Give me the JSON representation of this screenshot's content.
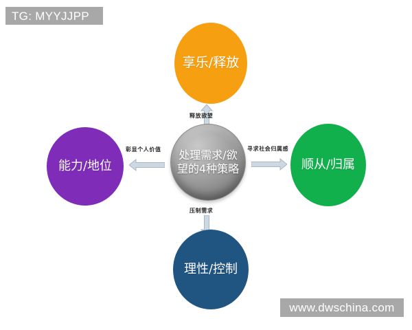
{
  "watermarks": {
    "top_left": "TG: MYYJJPP",
    "bottom_right": "www.dwschina.com"
  },
  "diagram": {
    "type": "hub-and-spoke",
    "center": {
      "id": "center-strategies",
      "text": "处理需求/欲望的4种策略",
      "lines": [
        "处理需求",
        "/欲望的4",
        "种策略"
      ],
      "color": "#8f8f8f",
      "text_color": "#ffffff"
    },
    "nodes": [
      {
        "id": "top-hedonic",
        "position": "top",
        "text": "享乐/释放",
        "lines": [
          "享乐/释",
          "放"
        ],
        "color": "#f59f11",
        "text_color": "#ffffff"
      },
      {
        "id": "left-competence",
        "position": "left",
        "text": "能力/地位",
        "lines": [
          "能力/地",
          "位"
        ],
        "color": "#7f2cb8",
        "text_color": "#ffffff"
      },
      {
        "id": "right-compliance",
        "position": "right",
        "text": "顺从/归属",
        "lines": [
          "顺从/归",
          "属"
        ],
        "color": "#11b04c",
        "text_color": "#ffffff"
      },
      {
        "id": "bottom-rational",
        "position": "bottom",
        "text": "理性/控制",
        "lines": [
          "理性/控",
          "制"
        ],
        "color": "#205481",
        "text_color": "#ffffff"
      }
    ],
    "connectors": [
      {
        "id": "connector-up",
        "label": "释放欲望",
        "direction": "up",
        "from": "center-strategies",
        "to": "top-hedonic",
        "color": "#c8d3dd"
      },
      {
        "id": "connector-down",
        "label": "压制需求",
        "direction": "down",
        "from": "center-strategies",
        "to": "bottom-rational",
        "color": "#c8d3dd"
      },
      {
        "id": "connector-left",
        "label": "彰显个人价值",
        "direction": "left",
        "from": "center-strategies",
        "to": "left-competence",
        "color": "#c8d3dd"
      },
      {
        "id": "connector-right",
        "label": "寻求社会归属感",
        "direction": "right",
        "from": "center-strategies",
        "to": "right-compliance",
        "color": "#c8d3dd"
      }
    ]
  }
}
